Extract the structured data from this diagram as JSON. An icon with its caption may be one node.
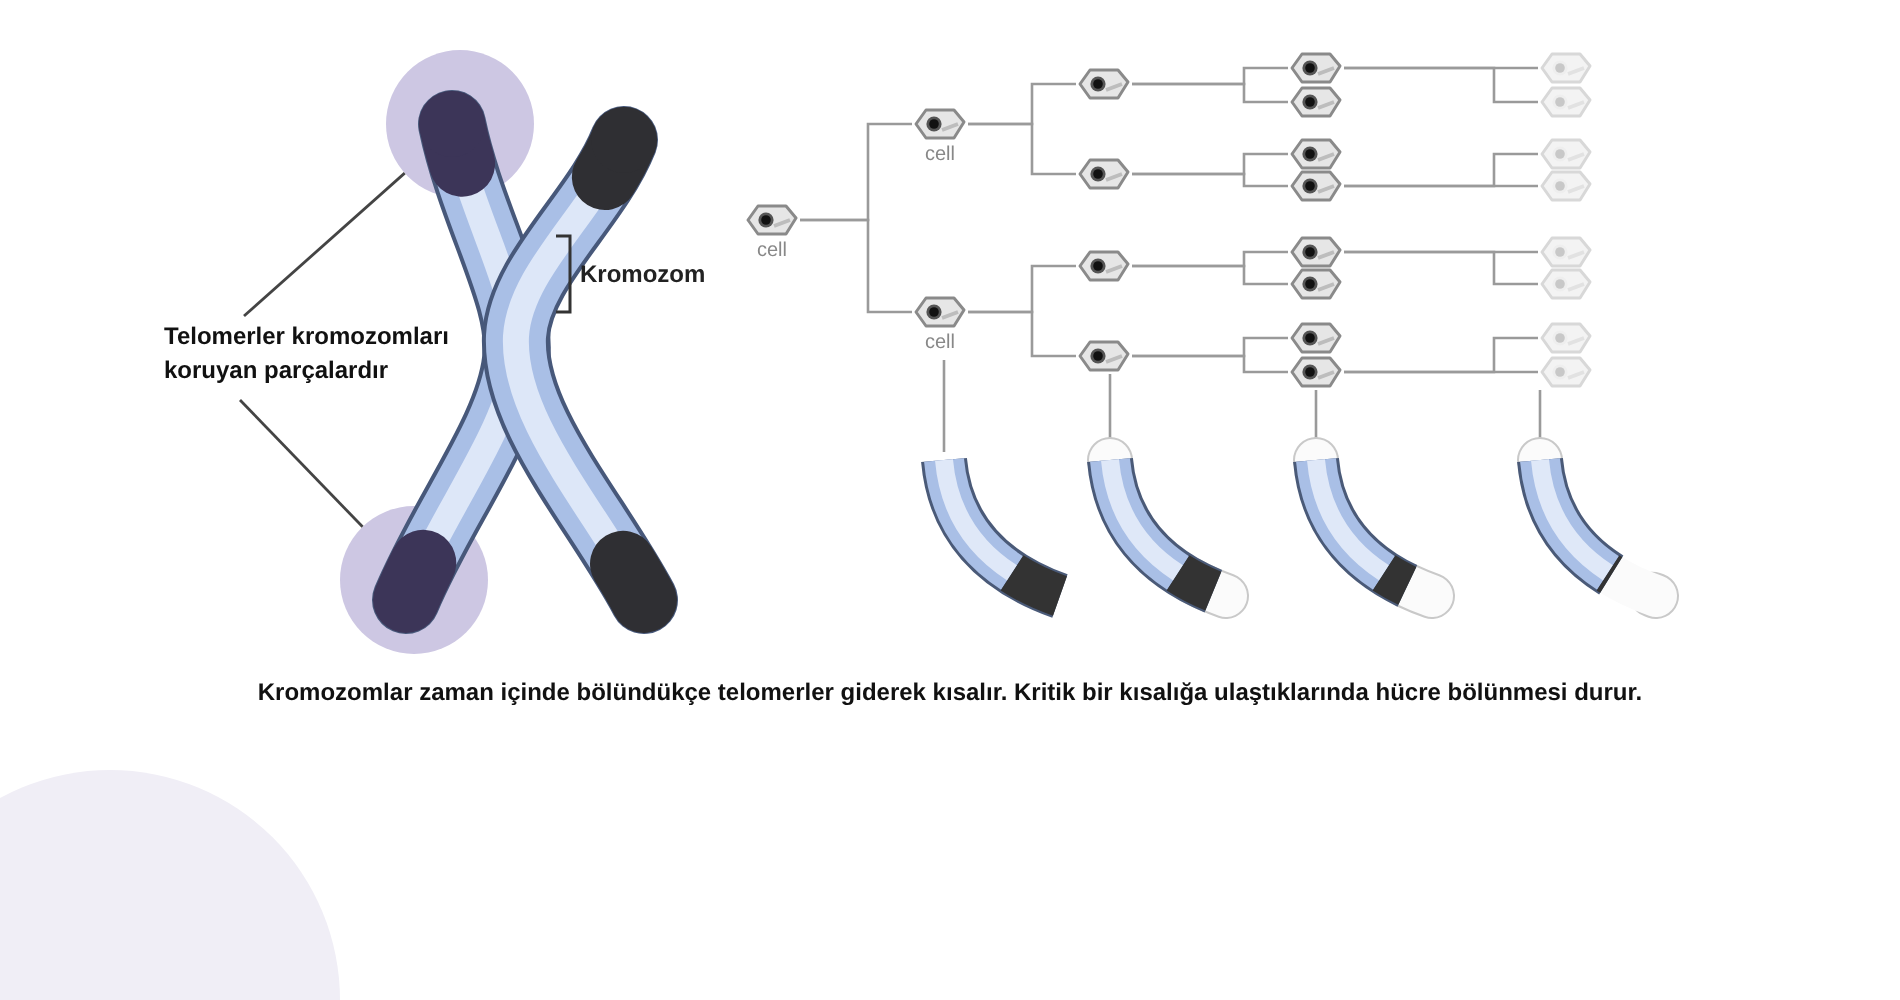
{
  "diagram": {
    "caption": "Kromozomlar zaman içinde bölündükçe telomerler giderek kısalır. Kritik bir kısalığa ulaştıklarında hücre bölünmesi durur.",
    "nodes": [
      {
        "text": [],
        "shape": "circle"
      },
      {
        "text": [
          "Telomerler kromozomları koruyan parçalardır"
        ]
      },
      {
        "text": [],
        "shape": "circle"
      },
      {
        "text": [
          "cell"
        ]
      },
      {
        "text": [
          "cell"
        ]
      },
      {
        "text": [
          "cell"
        ]
      },
      {
        "text": [],
        "shape": "picture"
      },
      {
        "text": [],
        "shape": "picture"
      },
      {
        "text": [],
        "shape": "picture"
      },
      {
        "text": [],
        "shape": "picture"
      },
      {
        "text": [],
        "shape": "picture"
      },
      {
        "text": [],
        "shape": "picture"
      },
      {
        "text": [],
        "shape": "picture"
      },
      {
        "text": [],
        "shape": "picture"
      },
      {
        "text": [],
        "shape": "picture"
      },
      {
        "text": [],
        "shape": "picture"
      },
      {
        "text": [],
        "shape": "picture"
      },
      {
        "text": [],
        "shape": "picture"
      },
      {
        "text": [],
        "shape": "picture"
      },
      {
        "text": [],
        "shape": "picture"
      },
      {
        "text": [],
        "shape": "picture"
      },
      {
        "text": [],
        "shape": "picture"
      },
      {
        "text": [],
        "shape": "picture"
      },
      {
        "text": [],
        "shape": "picture"
      },
      {
        "text": [],
        "shape": "picture"
      },
      {
        "text": [],
        "shape": "picture"
      },
      {
        "text": [],
        "shape": "picture"
      },
      {
        "text": [],
        "shape": "picture"
      },
      {
        "text": [],
        "shape": "picture"
      },
      {
        "text": [],
        "shape": "picture"
      }
    ],
    "edges": [
      {
        "from": 1,
        "to": 0,
        "arrow": "none"
      },
      {
        "from": 1,
        "to": 2,
        "arrow": "none"
      },
      {
        "from": 3,
        "to": 4,
        "arrow": "none"
      },
      {
        "from": 3,
        "to": 5,
        "arrow": "none"
      },
      {
        "from": 4,
        "to": 6,
        "arrow": "none"
      },
      {
        "from": 4,
        "to": 7,
        "arrow": "none"
      },
      {
        "from": 5,
        "to": 8,
        "arrow": "none"
      },
      {
        "from": 5,
        "to": 9,
        "arrow": "none"
      },
      {
        "from": 6,
        "to": 10,
        "arrow": "none"
      },
      {
        "from": 6,
        "to": 11,
        "arrow": "none"
      },
      {
        "from": 7,
        "to": 12,
        "arrow": "none"
      },
      {
        "from": 7,
        "to": 13,
        "arrow": "none"
      },
      {
        "from": 8,
        "to": 14,
        "arrow": "none"
      },
      {
        "from": 8,
        "to": 15,
        "arrow": "none"
      },
      {
        "from": 9,
        "to": 16,
        "arrow": "none"
      },
      {
        "from": 9,
        "to": 17,
        "arrow": "none"
      },
      {
        "from": 10,
        "to": 18,
        "arrow": "none"
      },
      {
        "from": 10,
        "to": 19,
        "arrow": "none"
      },
      {
        "from": 13,
        "to": 20,
        "arrow": "none"
      },
      {
        "from": 13,
        "to": 21,
        "arrow": "none"
      },
      {
        "from": 14,
        "to": 22,
        "arrow": "none"
      },
      {
        "from": 14,
        "to": 23,
        "arrow": "none"
      },
      {
        "from": 17,
        "to": 24,
        "arrow": "none"
      },
      {
        "from": 17,
        "to": 25,
        "arrow": "none"
      },
      {
        "from": 5,
        "to": 26,
        "arrow": "none"
      },
      {
        "from": 9,
        "to": 27,
        "arrow": "none"
      },
      {
        "from": 17,
        "to": 28,
        "arrow": "none"
      },
      {
        "from": 25,
        "to": 29,
        "arrow": "none"
      }
    ],
    "labels": [
      "Kromozom"
    ]
  }
}
